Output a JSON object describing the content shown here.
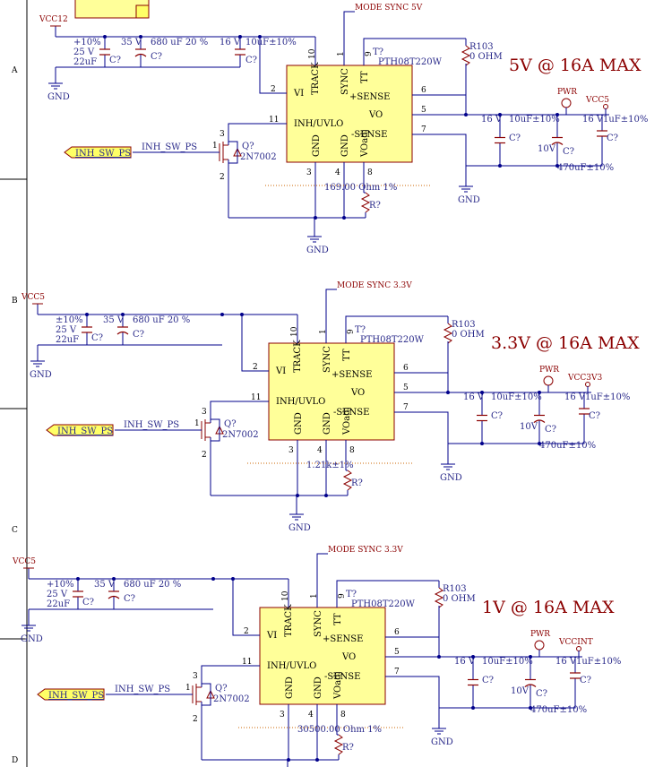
{
  "border": {
    "zones": [
      "A",
      "B",
      "C",
      "D"
    ]
  },
  "blocks": [
    {
      "title": "5V @ 16A MAX",
      "vin_label": "VCC12",
      "vout_label": "VCC5",
      "mode_sync_label": "MODE SYNC 5V",
      "ic_ref": "T?",
      "ic_part": "PTH08T220W",
      "r103_ref": "R103",
      "r103_val": "0 OHM",
      "rset_val": "169.00 Ohm 1%",
      "rset_ref": "R?",
      "q_ref": "Q?",
      "q_part": "2N7002",
      "inh_port": "INH_SW_PS",
      "inh_net": "INH_SW_PS",
      "pwr_label": "PWR",
      "in_cap1": {
        "tol": "+10%",
        "volt": "25 V",
        "val": "22uF",
        "ref": "C?"
      },
      "in_cap2": {
        "volt": "35 V",
        "val": "680 uF  20 %",
        "ref": "C?"
      },
      "in_cap3": {
        "volt": "16 V",
        "val": "10uF±10%",
        "ref": "C?"
      },
      "out_cap1": {
        "volt": "16 V",
        "val": "10uF±10%",
        "ref": "C?"
      },
      "out_cap2": {
        "volt": "10V",
        "val": "470uF±10%",
        "ref": "C?"
      },
      "out_cap3": {
        "volt": "16 V",
        "val": "1uF±10%",
        "ref": "C?"
      },
      "gnd_label": "GND"
    },
    {
      "title": "3.3V @ 16A MAX",
      "vin_label": "VCC5",
      "vout_label": "VCC3V3",
      "mode_sync_label": "MODE SYNC 3.3V",
      "ic_ref": "T?",
      "ic_part": "PTH08T220W",
      "r103_ref": "R103",
      "r103_val": "0 OHM",
      "rset_val": "1.21k±1%",
      "rset_ref": "R?",
      "q_ref": "Q?",
      "q_part": "2N7002",
      "inh_port": "INH_SW_PS",
      "inh_net": "INH_SW_PS",
      "pwr_label": "PWR",
      "in_cap1": {
        "tol": "±10%",
        "volt": "25 V",
        "val": "22uF",
        "ref": "C?"
      },
      "in_cap2": {
        "volt": "35 V",
        "val": "680 uF  20 %",
        "ref": "C?"
      },
      "in_cap3": {
        "volt": "",
        "val": "",
        "ref": ""
      },
      "out_cap1": {
        "volt": "16 V",
        "val": "10uF±10%",
        "ref": "C?"
      },
      "out_cap2": {
        "volt": "10V",
        "val": "470uF±10%",
        "ref": "C?"
      },
      "out_cap3": {
        "volt": "16 V",
        "val": "1uF±10%",
        "ref": "C?"
      },
      "gnd_label": "GND"
    },
    {
      "title": "1V @ 16A MAX",
      "vin_label": "VCC5",
      "vout_label": "VCCINT",
      "mode_sync_label": "MODE SYNC 3.3V",
      "ic_ref": "T?",
      "ic_part": "PTH08T220W",
      "r103_ref": "R103",
      "r103_val": "0 OHM",
      "rset_val": "30500.00 Ohm  1%",
      "rset_ref": "R?",
      "q_ref": "Q?",
      "q_part": "2N7002",
      "inh_port": "INH_SW_PS",
      "inh_net": "INH_SW_PS",
      "pwr_label": "PWR",
      "in_cap1": {
        "tol": "+10%",
        "volt": "25 V",
        "val": "22uF",
        "ref": "C?"
      },
      "in_cap2": {
        "volt": "35 V",
        "val": "680 uF  20 %",
        "ref": "C?"
      },
      "in_cap3": {
        "volt": "",
        "val": "",
        "ref": ""
      },
      "out_cap1": {
        "volt": "16 V",
        "val": "10uF±10%",
        "ref": "C?"
      },
      "out_cap2": {
        "volt": "10V",
        "val": "470uF±10%",
        "ref": "C?"
      },
      "out_cap3": {
        "volt": "16 V",
        "val": "1uF±10%",
        "ref": "C?"
      },
      "gnd_label": "GND"
    }
  ],
  "ic_pins": {
    "vi": "VI",
    "track": "TRACK",
    "sync": "SYNC",
    "tt": "TT",
    "psense": "+SENSE",
    "vo": "VO",
    "msense": "-SENSE",
    "inh": "INH/UVLO",
    "gnd": "GND",
    "voadj": "VOadj",
    "n10": "10",
    "n1": "1",
    "n9": "9",
    "n2": "2",
    "n11": "11",
    "n6": "6",
    "n5": "5",
    "n7": "7",
    "n3": "3",
    "n4": "4",
    "n8": "8"
  },
  "fet_pins": {
    "g": "1",
    "d": "3",
    "s": "2"
  },
  "colors": {
    "wire": "#00008b",
    "component": "#8b0000",
    "ic_fill": "#ffff99",
    "port_fill": "#ffff66",
    "dashed": "#cc6600"
  }
}
